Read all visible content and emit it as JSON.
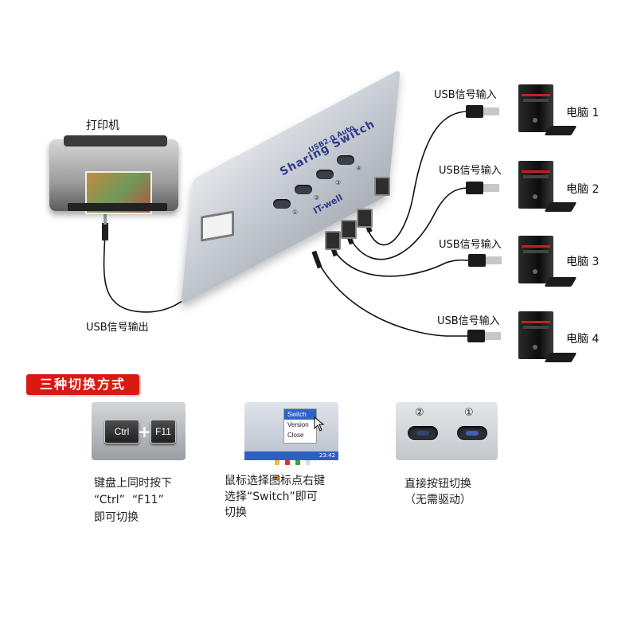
{
  "diagram": {
    "printer_label": "打印机",
    "usb_output_label": "USB信号输出",
    "usb_input_labels": [
      "USB信号输入",
      "USB信号输入",
      "USB信号输入",
      "USB信号输入"
    ],
    "computer_labels": [
      "电脑 1",
      "电脑 2",
      "电脑 3",
      "电脑 4"
    ],
    "device": {
      "brand_text": "Sharing Switch",
      "model_text": "USB2.0 Auto",
      "logo_text": "IT-well",
      "button_numbers": [
        "①",
        "②",
        "③",
        "④"
      ]
    }
  },
  "methods": {
    "title": "三种切换方式",
    "keyboard": {
      "keys": [
        "Ctrl",
        "F11"
      ],
      "plus": "+",
      "description_lines": [
        "键盘上同时按下",
        "“Ctrl”  “F11”",
        "即可切换"
      ]
    },
    "mouse": {
      "menu_items": [
        "Switch",
        "Version",
        "Close"
      ],
      "clock": "23:42",
      "description_lines": [
        "鼠标选择图标点右键",
        "选择“Switch”即可",
        "切换"
      ]
    },
    "button": {
      "button_numbers": [
        "②",
        "①"
      ],
      "description_lines": [
        "直接按钮切换",
        "（无需驱动）"
      ]
    }
  },
  "colors": {
    "title_bg": "#d91a12",
    "device_text": "#2f3a8a",
    "cable": "#111111"
  }
}
